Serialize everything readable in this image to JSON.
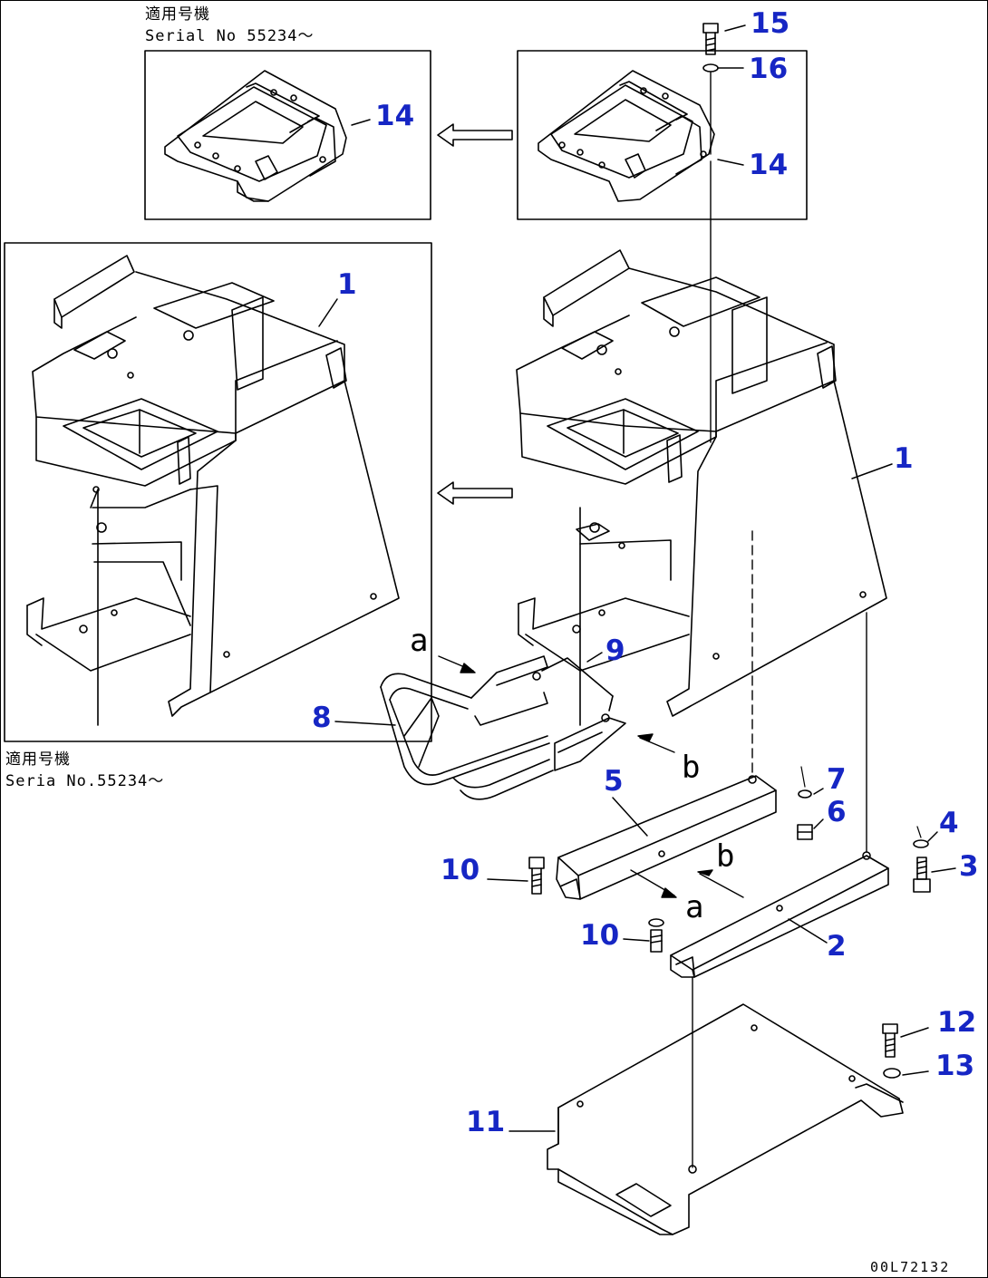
{
  "notes": {
    "top_applicable_label": "適用号機",
    "top_serial": "Serial No 55234～",
    "mid_applicable_label": "適用号機",
    "mid_serial": "Seria  No.55234～"
  },
  "callouts": {
    "c15": "15",
    "c16": "16",
    "c14_left": "14",
    "c14_right": "14",
    "c1_left": "1",
    "c1_right": "1",
    "c9": "9",
    "c8": "8",
    "c5": "5",
    "c7": "7",
    "c6": "6",
    "c4": "4",
    "c3": "3",
    "c10_upper": "10",
    "c10_lower": "10",
    "c2": "2",
    "c12": "12",
    "c13": "13",
    "c11": "11"
  },
  "letters": {
    "a_top": "a",
    "b_mid": "b",
    "b_low": "b",
    "a_low": "a"
  },
  "drawing_code": "00L72132",
  "colors": {
    "callout": "#1626c4",
    "line": "#000000"
  }
}
